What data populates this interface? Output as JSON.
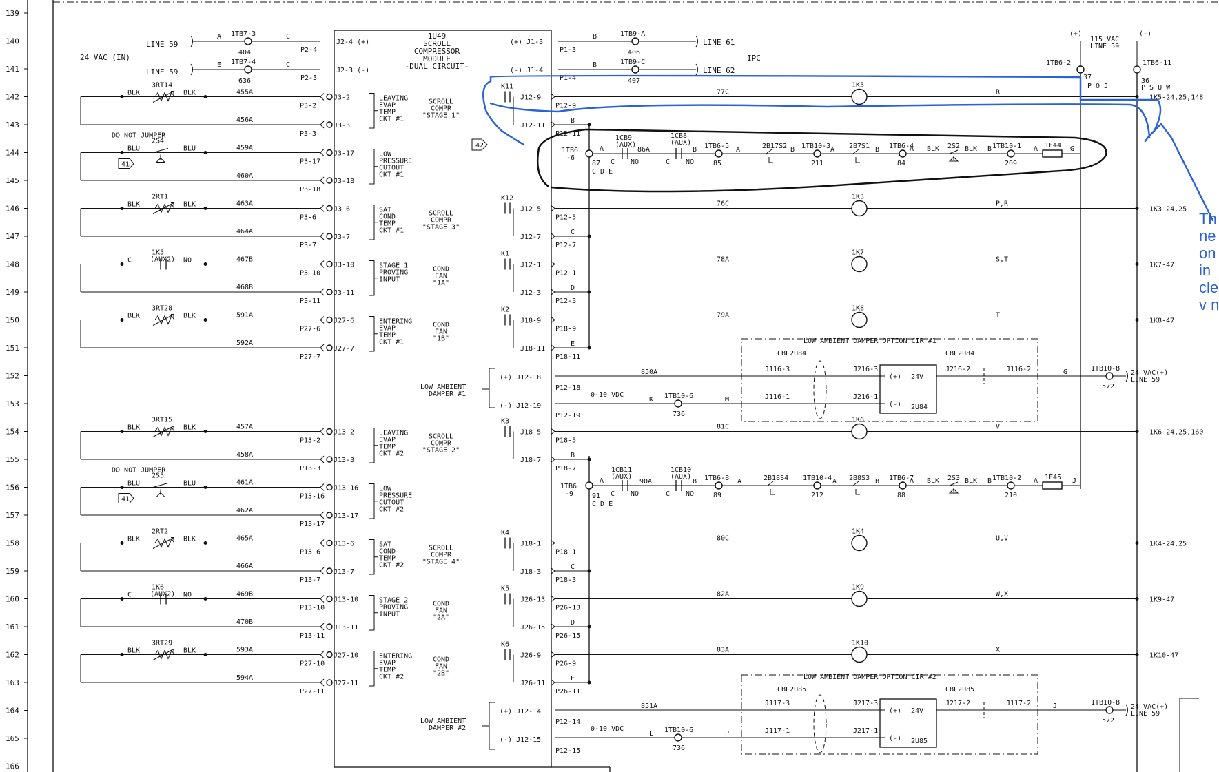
{
  "rungs": [
    "139",
    "140",
    "141",
    "142",
    "143",
    "144",
    "145",
    "146",
    "147",
    "148",
    "149",
    "150",
    "151",
    "152",
    "153",
    "154",
    "155",
    "156",
    "157",
    "158",
    "159",
    "160",
    "161",
    "162",
    "163",
    "164",
    "165",
    "166"
  ],
  "module": {
    "line1": "1U49",
    "line2": "SCROLL",
    "line3": "COMPRESSOR",
    "line4": "MODULE",
    "line5": "-DUAL CIRCUIT-"
  },
  "ipc_label": "IPC",
  "vac_in": "24 VAC (IN)",
  "top_left": {
    "line59a": "LINE 59",
    "line59b": "LINE 59",
    "w_a": "A",
    "w_c1": "C",
    "w_e": "E",
    "w_c2": "C",
    "tb7_3": "1TB7-3",
    "tb7_3n": "404",
    "tb7_4": "1TB7-4",
    "tb7_4n": "636",
    "p2_4": "P2-4",
    "p2_3": "P2-3",
    "j2_4": "J2-4 (+)",
    "j2_3": "J2-3 (-)"
  },
  "top_right": {
    "j1_3": "(+) J1-3",
    "j1_4": "(-) J1-4",
    "p1_3": "P1-3",
    "p1_4": "P1-4",
    "b1": "B",
    "b2": "B",
    "tb9a": "1TB9-A",
    "tb9an": "406",
    "tb9c": "1TB9-C",
    "tb9cn": "407",
    "line61": "LINE 61",
    "line62": "LINE 62"
  },
  "power": {
    "plus": "(+)",
    "vac": "115 VAC",
    "line59": "LINE 59",
    "minus": "(-)",
    "tb6_2": "1TB6-2",
    "tb6_11": "1TB6-11",
    "n37": "37",
    "n36": "36",
    "l37": "P O J",
    "l36": "P S U W"
  },
  "sensors": [
    {
      "wire": "BLK",
      "dev": "3RT14",
      "wire2": "BLK",
      "n1": "455A",
      "n2": "456A",
      "p1": "P3-2",
      "p2": "P3-3",
      "j1": "J3-2",
      "j2": "J3-3",
      "desc": [
        "LEAVING",
        "EVAP",
        "TEMP",
        "CKT #1"
      ]
    },
    {
      "wire": "BLU",
      "dev": "2S4",
      "wire2": "BLU",
      "n1": "459A",
      "n2": "460A",
      "p1": "P3-17",
      "p2": "P3-18",
      "j1": "J3-17",
      "j2": "J3-18",
      "desc": [
        "LOW",
        "PRESSURE",
        "CUTOUT",
        "CKT #1"
      ],
      "note": "DO NOT JUMPER",
      "ref": "41"
    },
    {
      "wire": "BLK",
      "dev": "2RT1",
      "wire2": "BLK",
      "n1": "463A",
      "n2": "464A",
      "p1": "P3-6",
      "p2": "P3-7",
      "j1": "J3-6",
      "j2": "J3-7",
      "desc": [
        "SAT",
        "COND",
        "TEMP",
        "CKT #1"
      ]
    },
    {
      "wire": "C",
      "dev": "1K5",
      "dev2": "(AUX2)",
      "wire2": "NO",
      "n1": "467B",
      "n2": "468B",
      "p1": "P3-10",
      "p2": "P3-11",
      "j1": "J3-10",
      "j2": "J3-11",
      "desc": [
        "STAGE 1",
        "PROVING",
        "INPUT"
      ]
    },
    {
      "wire": "BLK",
      "dev": "3RT28",
      "wire2": "BLK",
      "n1": "591A",
      "n2": "592A",
      "p1": "P27-6",
      "p2": "P27-7",
      "j1": "J27-6",
      "j2": "J27-7",
      "desc": [
        "ENTERING",
        "EVAP",
        "TEMP",
        "CKT #1"
      ]
    },
    {
      "wire": "BLK",
      "dev": "3RT15",
      "wire2": "BLK",
      "n1": "457A",
      "n2": "458A",
      "p1": "P13-2",
      "p2": "P13-3",
      "j1": "J13-2",
      "j2": "J13-3",
      "desc": [
        "LEAVING",
        "EVAP",
        "TEMP",
        "CKT #2"
      ]
    },
    {
      "wire": "BLU",
      "dev": "2S5",
      "wire2": "BLU",
      "n1": "461A",
      "n2": "462A",
      "p1": "P13-16",
      "p2": "P13-17",
      "j1": "J13-16",
      "j2": "J13-17",
      "desc": [
        "LOW",
        "PRESSURE",
        "CUTOUT",
        "CKT #2"
      ],
      "note": "DO NOT JUMPER",
      "ref": "41"
    },
    {
      "wire": "BLK",
      "dev": "2RT2",
      "wire2": "BLK",
      "n1": "465A",
      "n2": "466A",
      "p1": "P13-6",
      "p2": "P13-7",
      "j1": "J13-6",
      "j2": "J13-7",
      "desc": [
        "SAT",
        "COND",
        "TEMP",
        "CKT #2"
      ]
    },
    {
      "wire": "C",
      "dev": "1K6",
      "dev2": "(AUX2)",
      "wire2": "NO",
      "n1": "469B",
      "n2": "470B",
      "p1": "P13-10",
      "p2": "P13-11",
      "j1": "J13-10",
      "j2": "J13-11",
      "desc": [
        "STAGE 2",
        "PROVING",
        "INPUT"
      ]
    },
    {
      "wire": "BLK",
      "dev": "3RT29",
      "wire2": "BLK",
      "n1": "593A",
      "n2": "594A",
      "p1": "P27-10",
      "p2": "P27-11",
      "j1": "J27-10",
      "j2": "J27-11",
      "desc": [
        "ENTERING",
        "EVAP",
        "TEMP",
        "CKT #2"
      ]
    }
  ],
  "outputs": [
    {
      "k": "K11",
      "j1": "J12-9",
      "j2": "J12-11",
      "p1": "P12-9",
      "p2": "P12-11",
      "com": "B",
      "desc": [
        "SCROLL",
        "COMPR",
        "\"STAGE 1\""
      ],
      "wire": "77C",
      "coil": "1K5",
      "dest": "R",
      "ref": "1K5-24,25,148"
    },
    {
      "k": "K12",
      "j1": "J12-5",
      "j2": "J12-7",
      "p1": "P12-5",
      "p2": "P12-7",
      "com": "C",
      "desc": [
        "SCROLL",
        "COMPR",
        "\"STAGE 3\""
      ],
      "wire": "76C",
      "coil": "1K3",
      "dest": "P,R",
      "ref": "1K3-24,25"
    },
    {
      "k": "K1",
      "j1": "J12-1",
      "j2": "J12-3",
      "p1": "P12-1",
      "p2": "P12-3",
      "com": "D",
      "desc": [
        "COND",
        "FAN",
        "\"1A\""
      ],
      "wire": "78A",
      "coil": "1K7",
      "dest": "S,T",
      "ref": "1K7-47"
    },
    {
      "k": "K2",
      "j1": "J18-9",
      "j2": "J18-11",
      "p1": "P18-9",
      "p2": "P18-11",
      "com": "E",
      "desc": [
        "COND",
        "FAN",
        "\"1B\""
      ],
      "wire": "79A",
      "coil": "1K8",
      "dest": "T",
      "ref": "1K8-47"
    },
    {
      "k": "K3",
      "j1": "J18-5",
      "j2": "J18-7",
      "p1": "P18-5",
      "p2": "P18-7",
      "com": "B",
      "desc": [
        "SCROLL",
        "COMPR",
        "\"STAGE 2\""
      ],
      "wire": "81C",
      "coil": "1K6",
      "dest": "V",
      "ref": "1K6-24,25,160"
    },
    {
      "k": "K4",
      "j1": "J18-1",
      "j2": "J18-3",
      "p1": "P18-1",
      "p2": "P18-3",
      "com": "C",
      "desc": [
        "SCROLL",
        "COMPR",
        "\"STAGE 4\""
      ],
      "wire": "80C",
      "coil": "1K4",
      "dest": "U,V",
      "ref": "1K4-24,25"
    },
    {
      "k": "K5",
      "j1": "J26-13",
      "j2": "J26-15",
      "p1": "P26-13",
      "p2": "P26-15",
      "com": "D",
      "desc": [
        "COND",
        "FAN",
        "\"2A\""
      ],
      "wire": "82A",
      "coil": "1K9",
      "dest": "W,X",
      "ref": "1K9-47"
    },
    {
      "k": "K6",
      "j1": "J26-9",
      "j2": "J26-11",
      "p1": "P26-9",
      "p2": "P26-11",
      "com": "E",
      "desc": [
        "COND",
        "FAN",
        "\"2B\""
      ],
      "wire": "83A",
      "coil": "1K10",
      "dest": "X",
      "ref": "1K10-47"
    }
  ],
  "safety1": {
    "tb": "1TB6",
    "tbn": "-6",
    "n87": "87",
    "lbl": "C D E",
    "a1": "A",
    "cb9": "1CB9",
    "aux": "(AUX)",
    "c1": "C",
    "no1": "NO",
    "w86": "86A",
    "cb8": "1CB8",
    "aux2": "(AUX)",
    "c2": "C",
    "no2": "NO",
    "b1": "B",
    "tb65": "1TB6-5",
    "n85": "85",
    "a2": "A",
    "s2b17": "2B17S2",
    "b2": "B",
    "tb103": "1TB10-3",
    "n211": "211",
    "a3": "A",
    "s2b7": "2B7S1",
    "b3": "B",
    "tb64": "1TB6-4",
    "n84": "84",
    "a4": "A",
    "blk1": "BLK",
    "s2s2": "2S2",
    "blk2": "BLK",
    "b4": "B",
    "tb101": "1TB10-1",
    "n209": "209",
    "a5": "A",
    "f44": "1F44",
    "g": "G",
    "ref42": "42"
  },
  "safety2": {
    "tb": "1TB6",
    "tbn": "-9",
    "n91": "91",
    "lbl": "C D E",
    "a1": "A",
    "cb11": "1CB11",
    "aux": "(AUX)",
    "c1": "C",
    "no1": "NO",
    "w90": "90A",
    "cb10": "1CB10",
    "aux2": "(AUX)",
    "c2": "C",
    "no2": "NO",
    "b1": "B",
    "tb68": "1TB6-8",
    "n89": "89",
    "a2": "A",
    "s2b18": "2B18S4",
    "tb104": "1TB10-4",
    "n212": "212",
    "a3": "A",
    "s2b8": "2B8S3",
    "b3": "B",
    "tb67": "1TB6-7",
    "n88": "88",
    "a4": "A",
    "blk1": "BLK",
    "s2s3": "2S3",
    "blk2": "BLK",
    "b4": "B",
    "tb102": "1TB10-2",
    "n210": "210",
    "a5": "A",
    "f45": "1F45",
    "j": "J"
  },
  "damper1": {
    "desc": [
      "LOW AMBIENT",
      "DAMPER #1"
    ],
    "jp": "(+) J12-18",
    "jm": "(-) J12-19",
    "pp": "P12-18",
    "pm": "P12-19",
    "vdc": "0-10 VDC",
    "w850": "850A",
    "k": "K",
    "tb106": "1TB10-6",
    "n736": "736",
    "m": "M",
    "box": "LOW AMBIENT DAMPER OPTION CIR #1",
    "cbl1": "CBL2U84",
    "cbl2": "CBL2U84",
    "j116_3": "J116-3",
    "j216_3": "J216-3",
    "j216_2": "J216-2",
    "j116_2": "J116-2",
    "j116_1": "J116-1",
    "j216_1": "J216-1",
    "plus": "(+)",
    "v24": "24V",
    "minus": "(-)",
    "u": "2U84",
    "g": "G",
    "tb108": "1TB10-8",
    "n572": "572",
    "vac": "24 VAC(+)",
    "line": "LINE 59"
  },
  "damper2": {
    "desc": [
      "LOW AMBIENT",
      "DAMPER #2"
    ],
    "jp": "(+) J12-14",
    "jm": "(-) J12-15",
    "pp": "P12-14",
    "pm": "P12-15",
    "vdc": "0-10 VDC",
    "w851": "851A",
    "l": "L",
    "tb106": "1TB10-6",
    "n736": "736",
    "p": "P",
    "box": "LOW AMBIENT DAMPER OPTION CIR #2",
    "cbl1": "CBL2U85",
    "cbl2": "CBL2U85",
    "j117_3": "J117-3",
    "j217_3": "J217-3",
    "j217_2": "J217-2",
    "j117_2": "J117-2",
    "j117_1": "J117-1",
    "j217_1": "J217-1",
    "plus": "(+)",
    "v24": "24V",
    "minus": "(-)",
    "u": "2U85",
    "j": "J",
    "tb108": "1TB10-8",
    "n572": "572",
    "vac": "24 VAC(+)",
    "line": "LINE 59"
  },
  "annotation": {
    "lines": [
      "Th",
      "ne",
      "on",
      "in",
      "cle",
      "v n"
    ]
  }
}
